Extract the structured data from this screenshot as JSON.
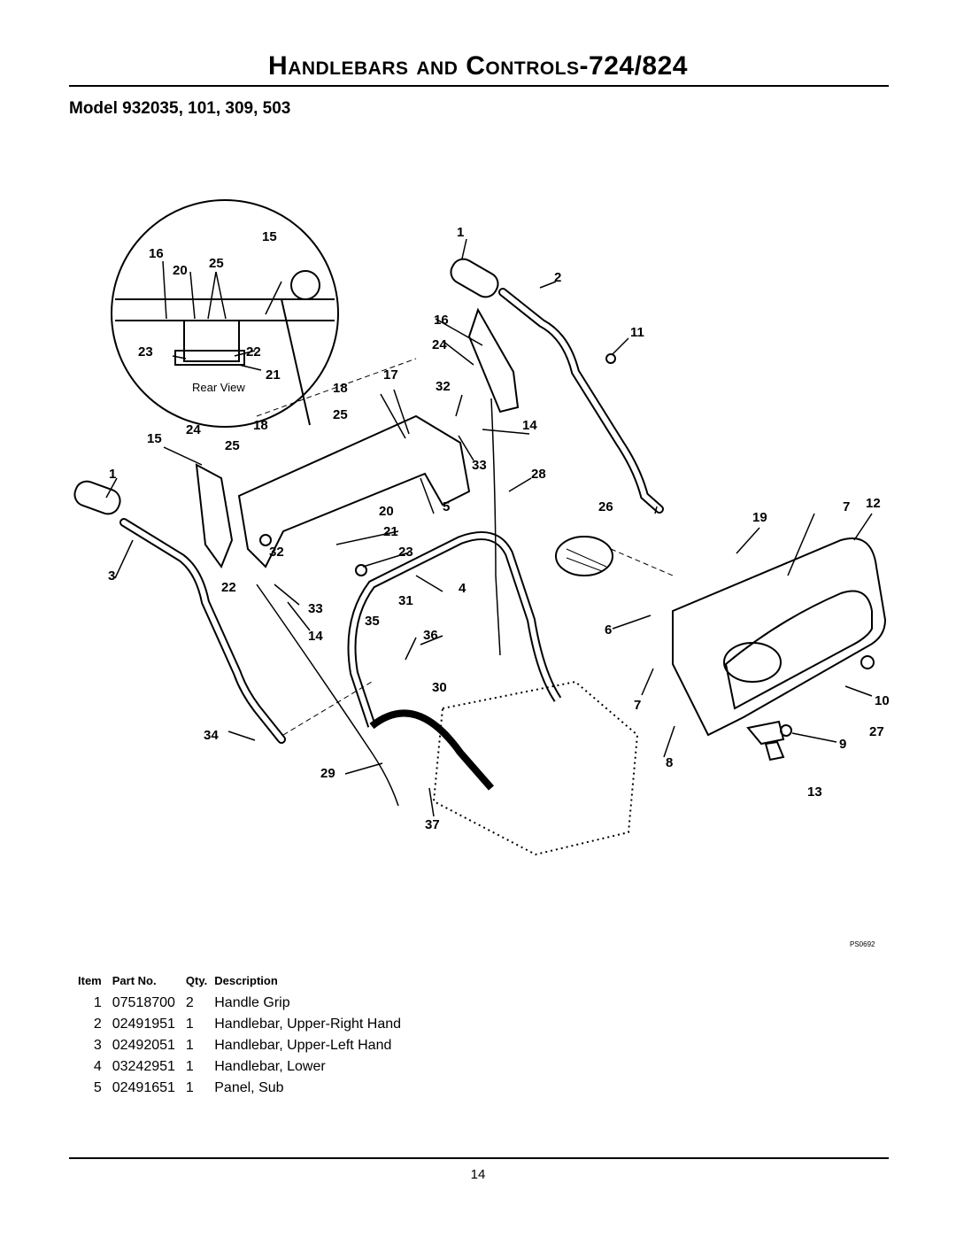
{
  "header": {
    "title_a_first": "H",
    "title_a_rest": "andlebars and",
    "title_b_first": "C",
    "title_b_rest": "ontrols",
    "title_suffix": "-724/824",
    "model": "Model 932035, 101, 309, 503"
  },
  "diagram": {
    "inset_label": "Rear View",
    "figure_code": "PS0692",
    "callouts": [
      "1",
      "2",
      "3",
      "4",
      "5",
      "6",
      "7",
      "8",
      "9",
      "10",
      "11",
      "12",
      "13",
      "14",
      "15",
      "16",
      "17",
      "18",
      "19",
      "20",
      "21",
      "22",
      "23",
      "24",
      "25",
      "26",
      "27",
      "28",
      "29",
      "30",
      "31",
      "32",
      "33",
      "34",
      "35",
      "36",
      "37"
    ]
  },
  "parts_table": {
    "headers": {
      "item": "Item",
      "part_no": "Part No.",
      "qty": "Qty.",
      "description": "Description"
    },
    "rows": [
      {
        "item": "1",
        "part_no": "07518700",
        "qty": "2",
        "description": "Handle Grip"
      },
      {
        "item": "2",
        "part_no": "02491951",
        "qty": "1",
        "description": "Handlebar, Upper-Right Hand"
      },
      {
        "item": "3",
        "part_no": "02492051",
        "qty": "1",
        "description": "Handlebar, Upper-Left Hand"
      },
      {
        "item": "4",
        "part_no": "03242951",
        "qty": "1",
        "description": "Handlebar, Lower"
      },
      {
        "item": "5",
        "part_no": "02491651",
        "qty": "1",
        "description": "Panel, Sub"
      }
    ]
  },
  "footer": {
    "page_number": "14"
  }
}
